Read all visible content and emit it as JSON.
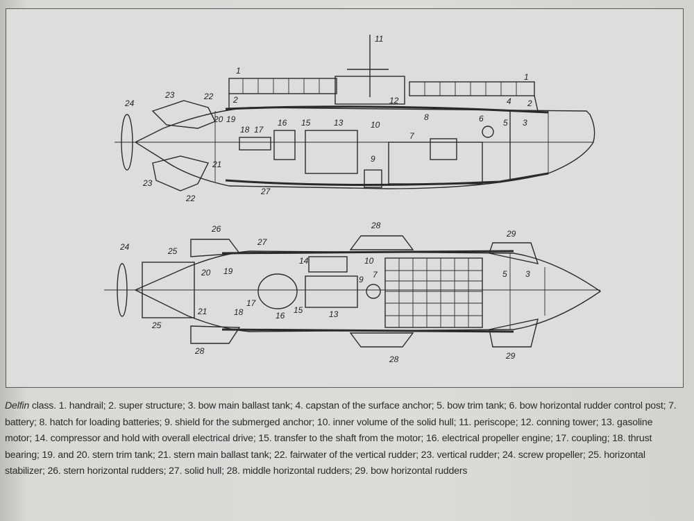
{
  "figure": {
    "side_view_labels": [
      "1",
      "1",
      "2",
      "2",
      "3",
      "4",
      "5",
      "6",
      "7",
      "8",
      "9",
      "10",
      "11",
      "12",
      "13",
      "15",
      "16",
      "17",
      "18",
      "19",
      "20",
      "21",
      "22",
      "22",
      "23",
      "23",
      "24",
      "27"
    ],
    "top_view_labels": [
      "24",
      "25",
      "25",
      "26",
      "27",
      "28",
      "28",
      "28",
      "29",
      "29",
      "20",
      "19",
      "21",
      "18",
      "17",
      "16",
      "15",
      "13",
      "14",
      "10",
      "9",
      "7",
      "5",
      "3"
    ]
  },
  "caption": {
    "title": "Delfin",
    "text": " class. 1. handrail; 2. super structure; 3. bow main ballast tank; 4. capstan of the surface anchor; 5. bow trim tank; 6. bow horizontal rudder control post; 7. battery; 8. hatch for loading batteries; 9. shield for the submerged anchor; 10. inner volume of the solid hull; 11. periscope; 12. conning tower; 13. gasoline motor; 14. compressor and hold with overall electrical drive; 15. transfer to the shaft from the motor; 16. electrical propeller engine; 17. coupling; 18. thrust bearing; 19. and 20. stern trim tank; 21. stern main ballast tank; 22. fairwater of the vertical rudder; 23. vertical rudder; 24. screw propeller; 25. horizontal stabilizer; 26. stern horizontal rudders; 27. solid hull; 28. middle horizontal rudders; 29. bow horizontal rudders"
  }
}
